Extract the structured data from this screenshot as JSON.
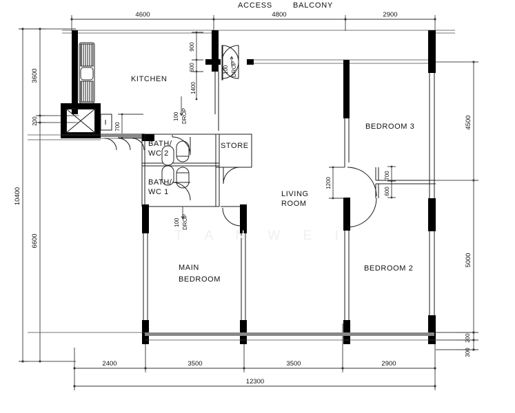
{
  "drawing": {
    "type": "architectural-floor-plan",
    "watermark": "T A N W E I",
    "unit": "mm"
  },
  "header": {
    "access_label": "ACCESS",
    "balcony_label": "BALCONY"
  },
  "rooms": [
    {
      "id": "kitchen",
      "label": "KITCHEN",
      "line1": "KITCHEN",
      "line2": ""
    },
    {
      "id": "bath-wc-2",
      "label": "BATH/ WC  2",
      "line1": "BATH/",
      "line2": "WC  2"
    },
    {
      "id": "bath-wc-1",
      "label": "BATH/ WC  1",
      "line1": "BATH/",
      "line2": "WC  1"
    },
    {
      "id": "store",
      "label": "STORE",
      "line1": "STORE",
      "line2": ""
    },
    {
      "id": "living-room",
      "label": "LIVING ROOM",
      "line1": "LIVING",
      "line2": "ROOM"
    },
    {
      "id": "main-bedroom",
      "label": "MAIN BEDROOM",
      "line1": "MAIN",
      "line2": "BEDROOM"
    },
    {
      "id": "bedroom-2",
      "label": "BEDROOM  2",
      "line1": "BEDROOM  2",
      "line2": ""
    },
    {
      "id": "bedroom-3",
      "label": "BEDROOM  3",
      "line1": "BEDROOM  3",
      "line2": ""
    }
  ],
  "dimensions": {
    "top": [
      {
        "value": "4600"
      },
      {
        "value": "4800"
      },
      {
        "value": "2900"
      }
    ],
    "bottom_segments": [
      {
        "value": "2400"
      },
      {
        "value": "3500"
      },
      {
        "value": "3500"
      },
      {
        "value": "2900"
      }
    ],
    "bottom_overall": "12300",
    "left": [
      {
        "value": "3600"
      },
      {
        "value": "200"
      },
      {
        "value": "6600"
      }
    ],
    "left_overall": "10400",
    "right": [
      {
        "value": "4500"
      },
      {
        "value": "5000"
      },
      {
        "value": "200"
      },
      {
        "value": "300"
      }
    ],
    "interior": [
      {
        "id": "kitchen-900",
        "value": "900"
      },
      {
        "id": "kitchen-600",
        "value": "600"
      },
      {
        "id": "kitchen-1400",
        "value": "1400"
      },
      {
        "id": "bath-700",
        "value": "700"
      },
      {
        "id": "bedroom-1200",
        "value": "1200"
      },
      {
        "id": "bedroom-700",
        "value": "700"
      },
      {
        "id": "bedroom-600",
        "value": "600"
      }
    ],
    "drops": [
      {
        "id": "entrance-drop",
        "value": "100",
        "note": "DROP"
      },
      {
        "id": "kitchen-drop",
        "value": "100",
        "note": "DROP"
      },
      {
        "id": "bath-drop",
        "value": "100",
        "note": "DROP"
      }
    ]
  },
  "colors": {
    "wall": "#000000",
    "line": "#1a1a1a",
    "dimension": "#333333",
    "watermark": "#efefef",
    "background": "#ffffff"
  }
}
